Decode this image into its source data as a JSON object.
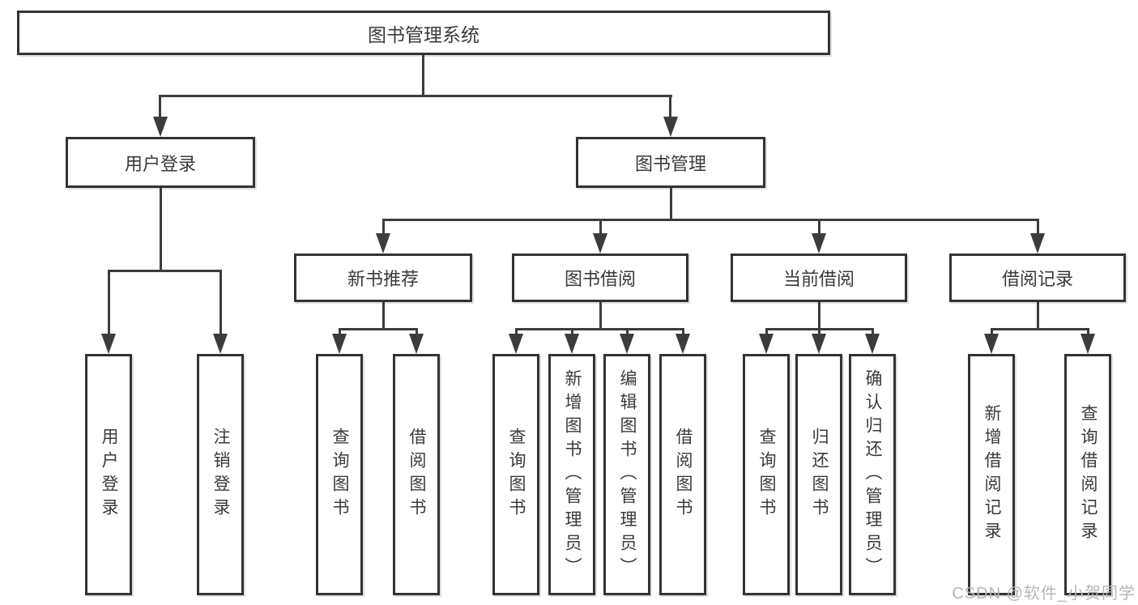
{
  "diagram_type": "functional-structure-tree",
  "colors": {
    "background": "#ffffff",
    "box_border": "#333333",
    "connector_line": "#3c3c3c",
    "text": "#3a3a3a",
    "watermark_text": "#b7b7b7"
  },
  "root": {
    "label": "图书管理系统",
    "children": [
      {
        "label": "用户登录",
        "children": [
          {
            "label": "用户登录"
          },
          {
            "label": "注销登录"
          }
        ]
      },
      {
        "label": "图书管理",
        "children": [
          {
            "label": "新书推荐",
            "children": [
              {
                "label": "查询图书"
              },
              {
                "label": "借阅图书"
              }
            ]
          },
          {
            "label": "图书借阅",
            "children": [
              {
                "label": "查询图书"
              },
              {
                "label": "新增图书（管理员）"
              },
              {
                "label": "编辑图书（管理员）"
              },
              {
                "label": "借阅图书"
              }
            ]
          },
          {
            "label": "当前借阅",
            "children": [
              {
                "label": "查询图书"
              },
              {
                "label": "归还图书"
              },
              {
                "label": "确认归还（管理员）"
              }
            ]
          },
          {
            "label": "借阅记录",
            "children": [
              {
                "label": "新增借阅记录"
              },
              {
                "label": "查询借阅记录"
              }
            ]
          }
        ]
      }
    ]
  },
  "watermark": {
    "text": "CSDN @软件_小贺同学"
  }
}
